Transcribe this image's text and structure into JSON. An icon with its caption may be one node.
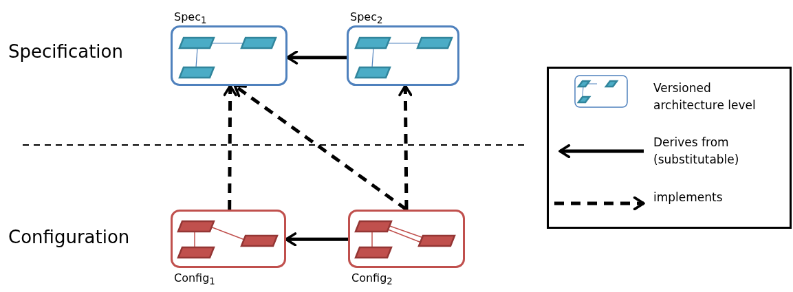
{
  "diagram": {
    "nodes": [
      {
        "text": [
          "Spec$_{1}$"
        ]
      },
      {
        "text": [
          "Spec$_{2}$"
        ]
      },
      {
        "text": [
          "Config$_{1}$"
        ]
      },
      {
        "text": [
          "Config$_{2}$"
        ]
      }
    ],
    "edges": [
      {
        "from": 1,
        "to": 0,
        "arrow": "to"
      },
      {
        "from": 3,
        "to": 2,
        "arrow": "to"
      },
      {
        "from": 2,
        "to": 0,
        "arrow": "to",
        "style": "dashed"
      },
      {
        "from": 3,
        "to": 1,
        "arrow": "to",
        "style": "dashed"
      },
      {
        "from": 3,
        "to": 0,
        "arrow": "to",
        "style": "dashed"
      }
    ],
    "labels": [
      "Specification",
      "Configuration"
    ],
    "legend": [
      {
        "text": "Versioned architecture level"
      },
      {
        "text": "Derives from (substitutable)"
      },
      {
        "text": "implements"
      }
    ]
  }
}
